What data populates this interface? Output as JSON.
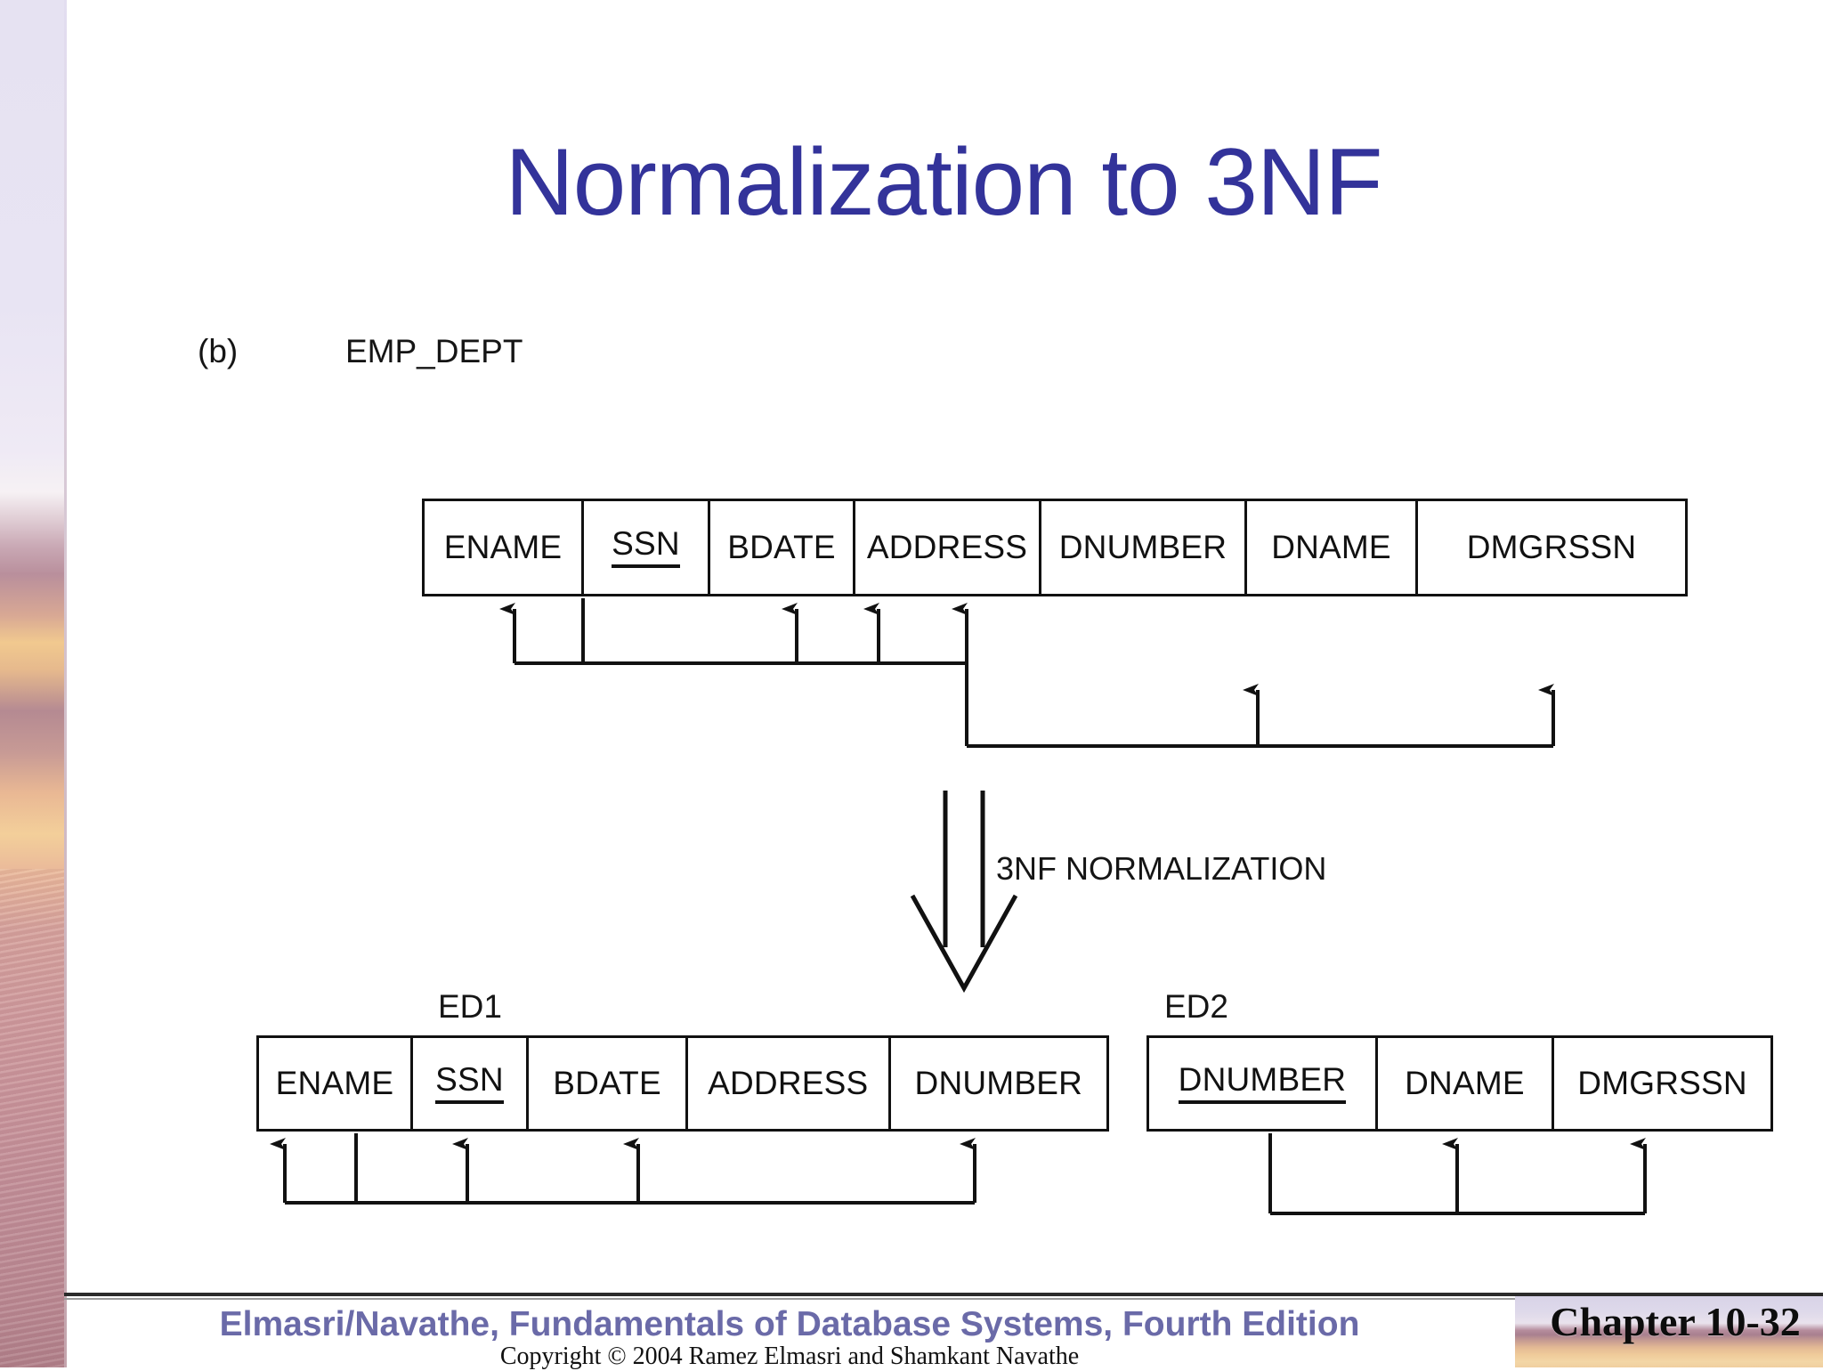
{
  "slide": {
    "title": "Normalization to 3NF",
    "title_color": "#33339A",
    "part_label": "(b)"
  },
  "figure": {
    "transform_label": "3NF NORMALIZATION",
    "relations": [
      {
        "name": "EMP_DEPT",
        "attributes": [
          "ENAME",
          "SSN",
          "BDATE",
          "ADDRESS",
          "DNUMBER",
          "DNAME",
          "DMGRSSN"
        ],
        "key_attributes": [
          "SSN"
        ],
        "functional_dependencies": [
          {
            "determinant": "SSN",
            "dependents": [
              "ENAME",
              "BDATE",
              "ADDRESS",
              "DNUMBER"
            ]
          },
          {
            "determinant": "DNUMBER",
            "dependents": [
              "DNAME",
              "DMGRSSN"
            ]
          }
        ]
      },
      {
        "name": "ED1",
        "attributes": [
          "ENAME",
          "SSN",
          "BDATE",
          "ADDRESS",
          "DNUMBER"
        ],
        "key_attributes": [
          "SSN"
        ],
        "functional_dependencies": [
          {
            "determinant": "SSN",
            "dependents": [
              "ENAME",
              "BDATE",
              "ADDRESS",
              "DNUMBER"
            ]
          }
        ]
      },
      {
        "name": "ED2",
        "attributes": [
          "DNUMBER",
          "DNAME",
          "DMGRSSN"
        ],
        "key_attributes": [
          "DNUMBER"
        ],
        "functional_dependencies": [
          {
            "determinant": "DNUMBER",
            "dependents": [
              "DNAME",
              "DMGRSSN"
            ]
          }
        ]
      }
    ]
  },
  "footer": {
    "book_line": "Elmasri/Navathe, Fundamentals of Database Systems, Fourth Edition",
    "copyright": "Copyright © 2004 Ramez Elmasri and Shamkant Navathe",
    "chapter": "Chapter 10-32",
    "book_line_color": "#6a6aa8"
  }
}
